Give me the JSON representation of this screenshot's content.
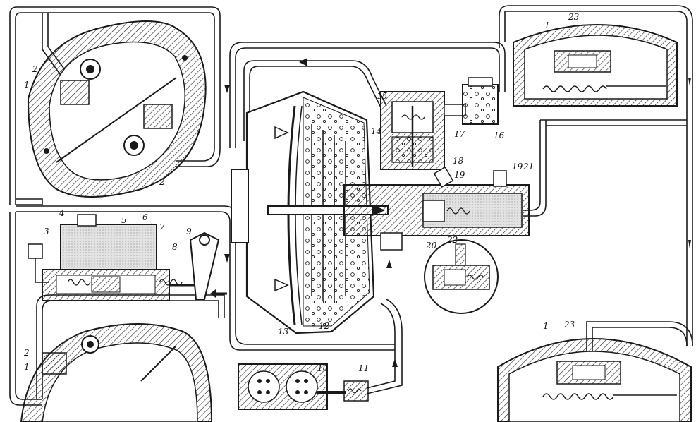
{
  "labels": {
    "n1": "1",
    "n2": "2",
    "n3": "3",
    "n4": "4",
    "n5": "5",
    "n6": "6",
    "n7": "7",
    "n8": "8",
    "n9": "9",
    "n10": "10",
    "n11": "11",
    "n12": "12",
    "n13": "13",
    "n14": "14",
    "n15": "15",
    "n16": "16",
    "n17": "17",
    "n18": "18",
    "n19": "19",
    "n20": "20",
    "n21": "21",
    "n22": "22",
    "n23": "23"
  },
  "colors": {
    "ink": "#1a1a1a",
    "fluid": "#d9d9d9",
    "paper": "#ffffff"
  }
}
